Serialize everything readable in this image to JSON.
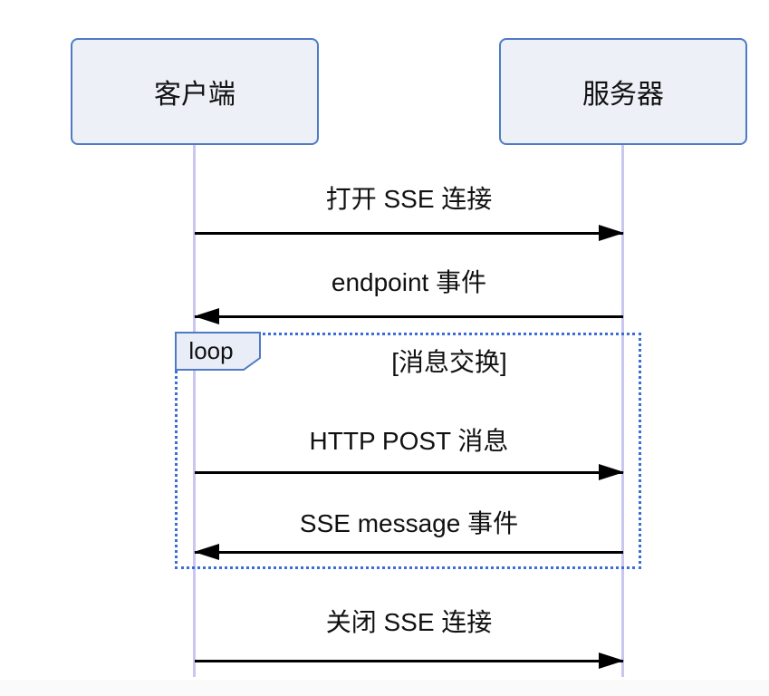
{
  "diagram": {
    "type": "sequence-diagram",
    "actors": [
      {
        "id": "client",
        "label": "客户端"
      },
      {
        "id": "server",
        "label": "服务器"
      }
    ],
    "messages": [
      {
        "label": "打开 SSE 连接",
        "from": "client",
        "to": "server",
        "arrow": "solid-right",
        "inside_loop": false
      },
      {
        "label": "endpoint 事件",
        "from": "server",
        "to": "client",
        "arrow": "solid-left",
        "inside_loop": false
      },
      {
        "label": "HTTP POST 消息",
        "from": "client",
        "to": "server",
        "arrow": "solid-right",
        "inside_loop": true
      },
      {
        "label": "SSE message 事件",
        "from": "server",
        "to": "client",
        "arrow": "solid-left",
        "inside_loop": true
      },
      {
        "label": "关闭 SSE 连接",
        "from": "client",
        "to": "server",
        "arrow": "solid-right",
        "inside_loop": false
      }
    ],
    "loop": {
      "keyword": "loop",
      "title": "[消息交换]"
    },
    "colors": {
      "actor_fill": "#EDF0F7",
      "actor_border": "#4E7BC4",
      "lifeline": "#C9C6EF",
      "loop_border": "#3D6BD8",
      "loop_label_fill": "#E8EDF7",
      "arrow": "#000000",
      "text": "#111111",
      "background": "#FFFFFF"
    }
  }
}
